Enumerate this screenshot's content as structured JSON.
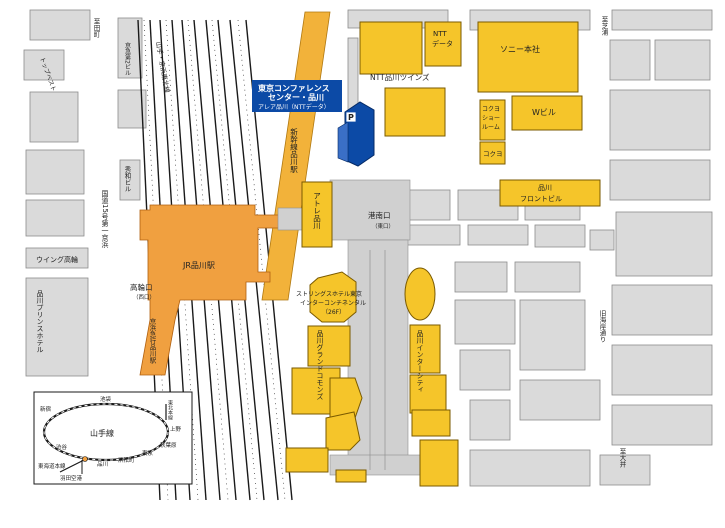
{
  "colors": {
    "building": "#f5c52a",
    "building_stroke": "#7a5a00",
    "station": "#f0a040",
    "shinkansen": "#f2b23a",
    "target": "#0c4aa6",
    "road": "#ffffff",
    "block": "#d9d9d9",
    "block_stroke": "#8c8c8c",
    "walkway": "#cfcfcf",
    "rail": "#1a1a1a"
  },
  "labels": {
    "target_title_1": "東京コンファレンス",
    "target_title_2": "センター・品川",
    "target_sub": "アレア品川（NTTデータ）",
    "target_marker": "P",
    "ntt_data_1": "NTT",
    "ntt_data_2": "データ",
    "sony": "ソニー本社",
    "ntt_twins": "NTT品川ツインズ",
    "kokuyo_showroom_1": "コクヨ",
    "kokuyo_showroom_2": "ショー",
    "kokuyo_showroom_3": "ルーム",
    "w_building": "Wビル",
    "kokuyo": "コクヨ",
    "shinagawa_front_1": "品川",
    "shinagawa_front_2": "フロントビル",
    "shinkansen": "新幹線品川駅",
    "atre": "アトレ品川",
    "konan_exit": "港南口",
    "konan_exit_sub": "（東口）",
    "jr_station": "JR品川駅",
    "takanawa_exit": "高輪口",
    "takanawa_exit_sub": "（西口）",
    "keikyu": "京浜急行品川駅",
    "strings_1": "ストリングスホテル東京",
    "strings_2": "インターコンチネンタル",
    "strings_3": "（26F）",
    "grand_commons": "品川グランドコモンズ",
    "inter_city": "品川インターシティ",
    "wing": "ウイング高輪",
    "prince": "品川プリンスホテル",
    "route15": "国道15号第一京浜",
    "shuwa": "秀和ビル",
    "keikyu_2nd": "京急第2ビル",
    "topbest": "トップベスト",
    "yamanote_line": "山手・京浜東北線",
    "to_tamachi": "至田町",
    "to_shiba": "至芝浦",
    "to_oi": "至大井",
    "kyu_kaigan": "旧海岸通り"
  },
  "inset": {
    "title": "山手線",
    "stations": [
      "新宿",
      "池袋",
      "東北本線",
      "上野",
      "秋葉原",
      "東京",
      "浜松町",
      "品川",
      "渋谷"
    ],
    "lines": [
      "東海道本線",
      "羽田空港"
    ]
  }
}
